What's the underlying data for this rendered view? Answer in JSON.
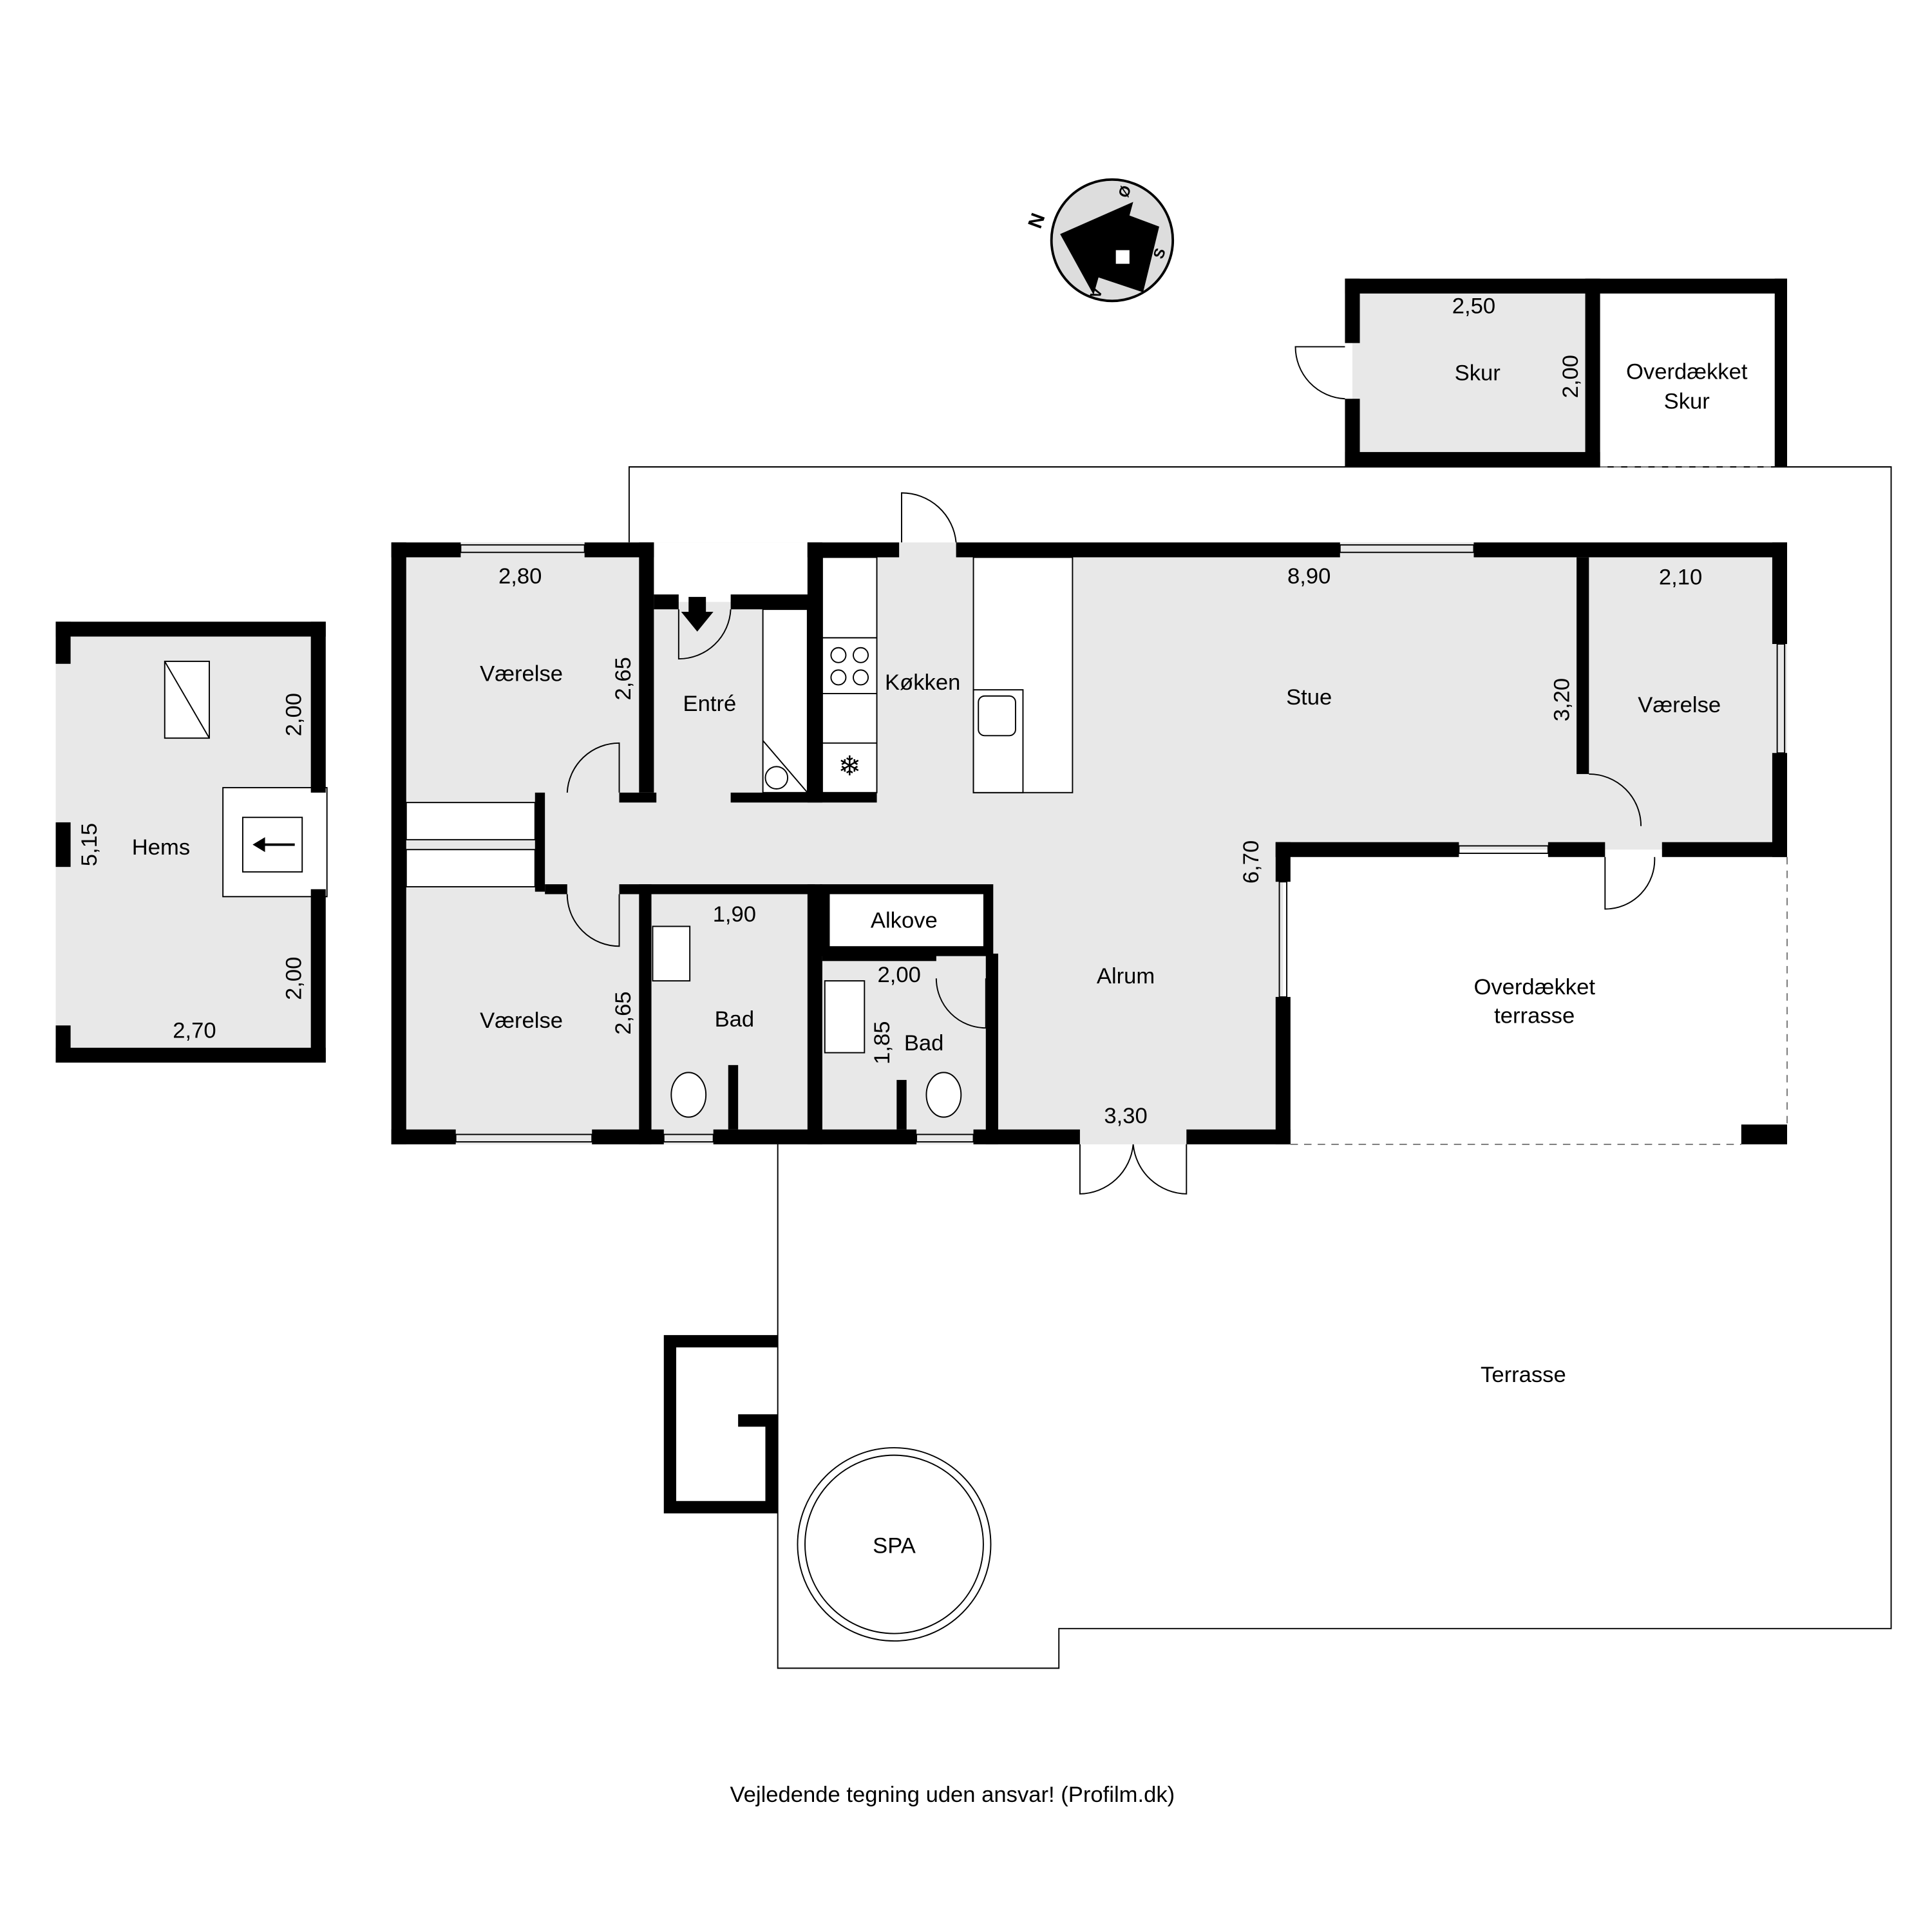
{
  "rooms": {
    "vaerelse_top": "Værelse",
    "vaerelse_bottom": "Værelse",
    "vaerelse_right": "Værelse",
    "entre": "Entré",
    "kokken": "Køkken",
    "stue": "Stue",
    "alrum": "Alrum",
    "alkove": "Alkove",
    "bad1": "Bad",
    "bad2": "Bad",
    "overdaekket_terrasse_1": "Overdækket",
    "overdaekket_terrasse_2": "terrasse",
    "terrasse": "Terrasse",
    "spa": "SPA",
    "hems": "Hems",
    "skur": "Skur",
    "overdaekket_skur_1": "Overdækket",
    "overdaekket_skur_2": "Skur"
  },
  "dimensions": {
    "vaerelse_top_w": "2,80",
    "vaerelse_top_h": "2,65",
    "vaerelse_bottom_h": "2,65",
    "stue_w": "8,90",
    "stue_h": "3,20",
    "vaerelse_right_w": "2,10",
    "alrum_h": "6,70",
    "alrum_w": "3,30",
    "bad1_w": "1,90",
    "bad2_w": "2,00",
    "bad2_h": "1,85",
    "hems_top": "2,00",
    "hems_bottom": "2,00",
    "hems_h": "5,15",
    "hems_w": "2,70",
    "skur_w": "2,50",
    "skur_h": "2,00"
  },
  "compass": {
    "n": "N",
    "o": "Ø",
    "s": "S",
    "v": "V"
  },
  "footer": "Vejledende tegning uden ansvar! (Profilm.dk)",
  "colors": {
    "floor": "#e8e8e8",
    "wall": "#000000"
  }
}
